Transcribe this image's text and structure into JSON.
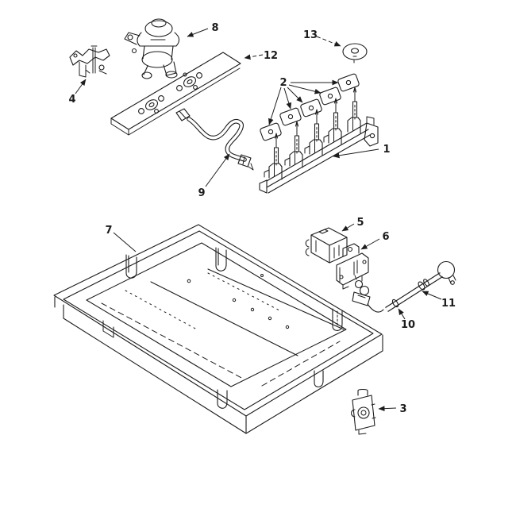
{
  "colors": {
    "background": "#ffffff",
    "line": "#1c1c1c"
  },
  "callouts": [
    {
      "number": "1"
    },
    {
      "number": "2"
    },
    {
      "number": "3"
    },
    {
      "number": "4"
    },
    {
      "number": "5"
    },
    {
      "number": "6"
    },
    {
      "number": "7"
    },
    {
      "number": "8"
    },
    {
      "number": "9"
    },
    {
      "number": "10"
    },
    {
      "number": "11"
    },
    {
      "number": "12"
    },
    {
      "number": "13"
    }
  ]
}
